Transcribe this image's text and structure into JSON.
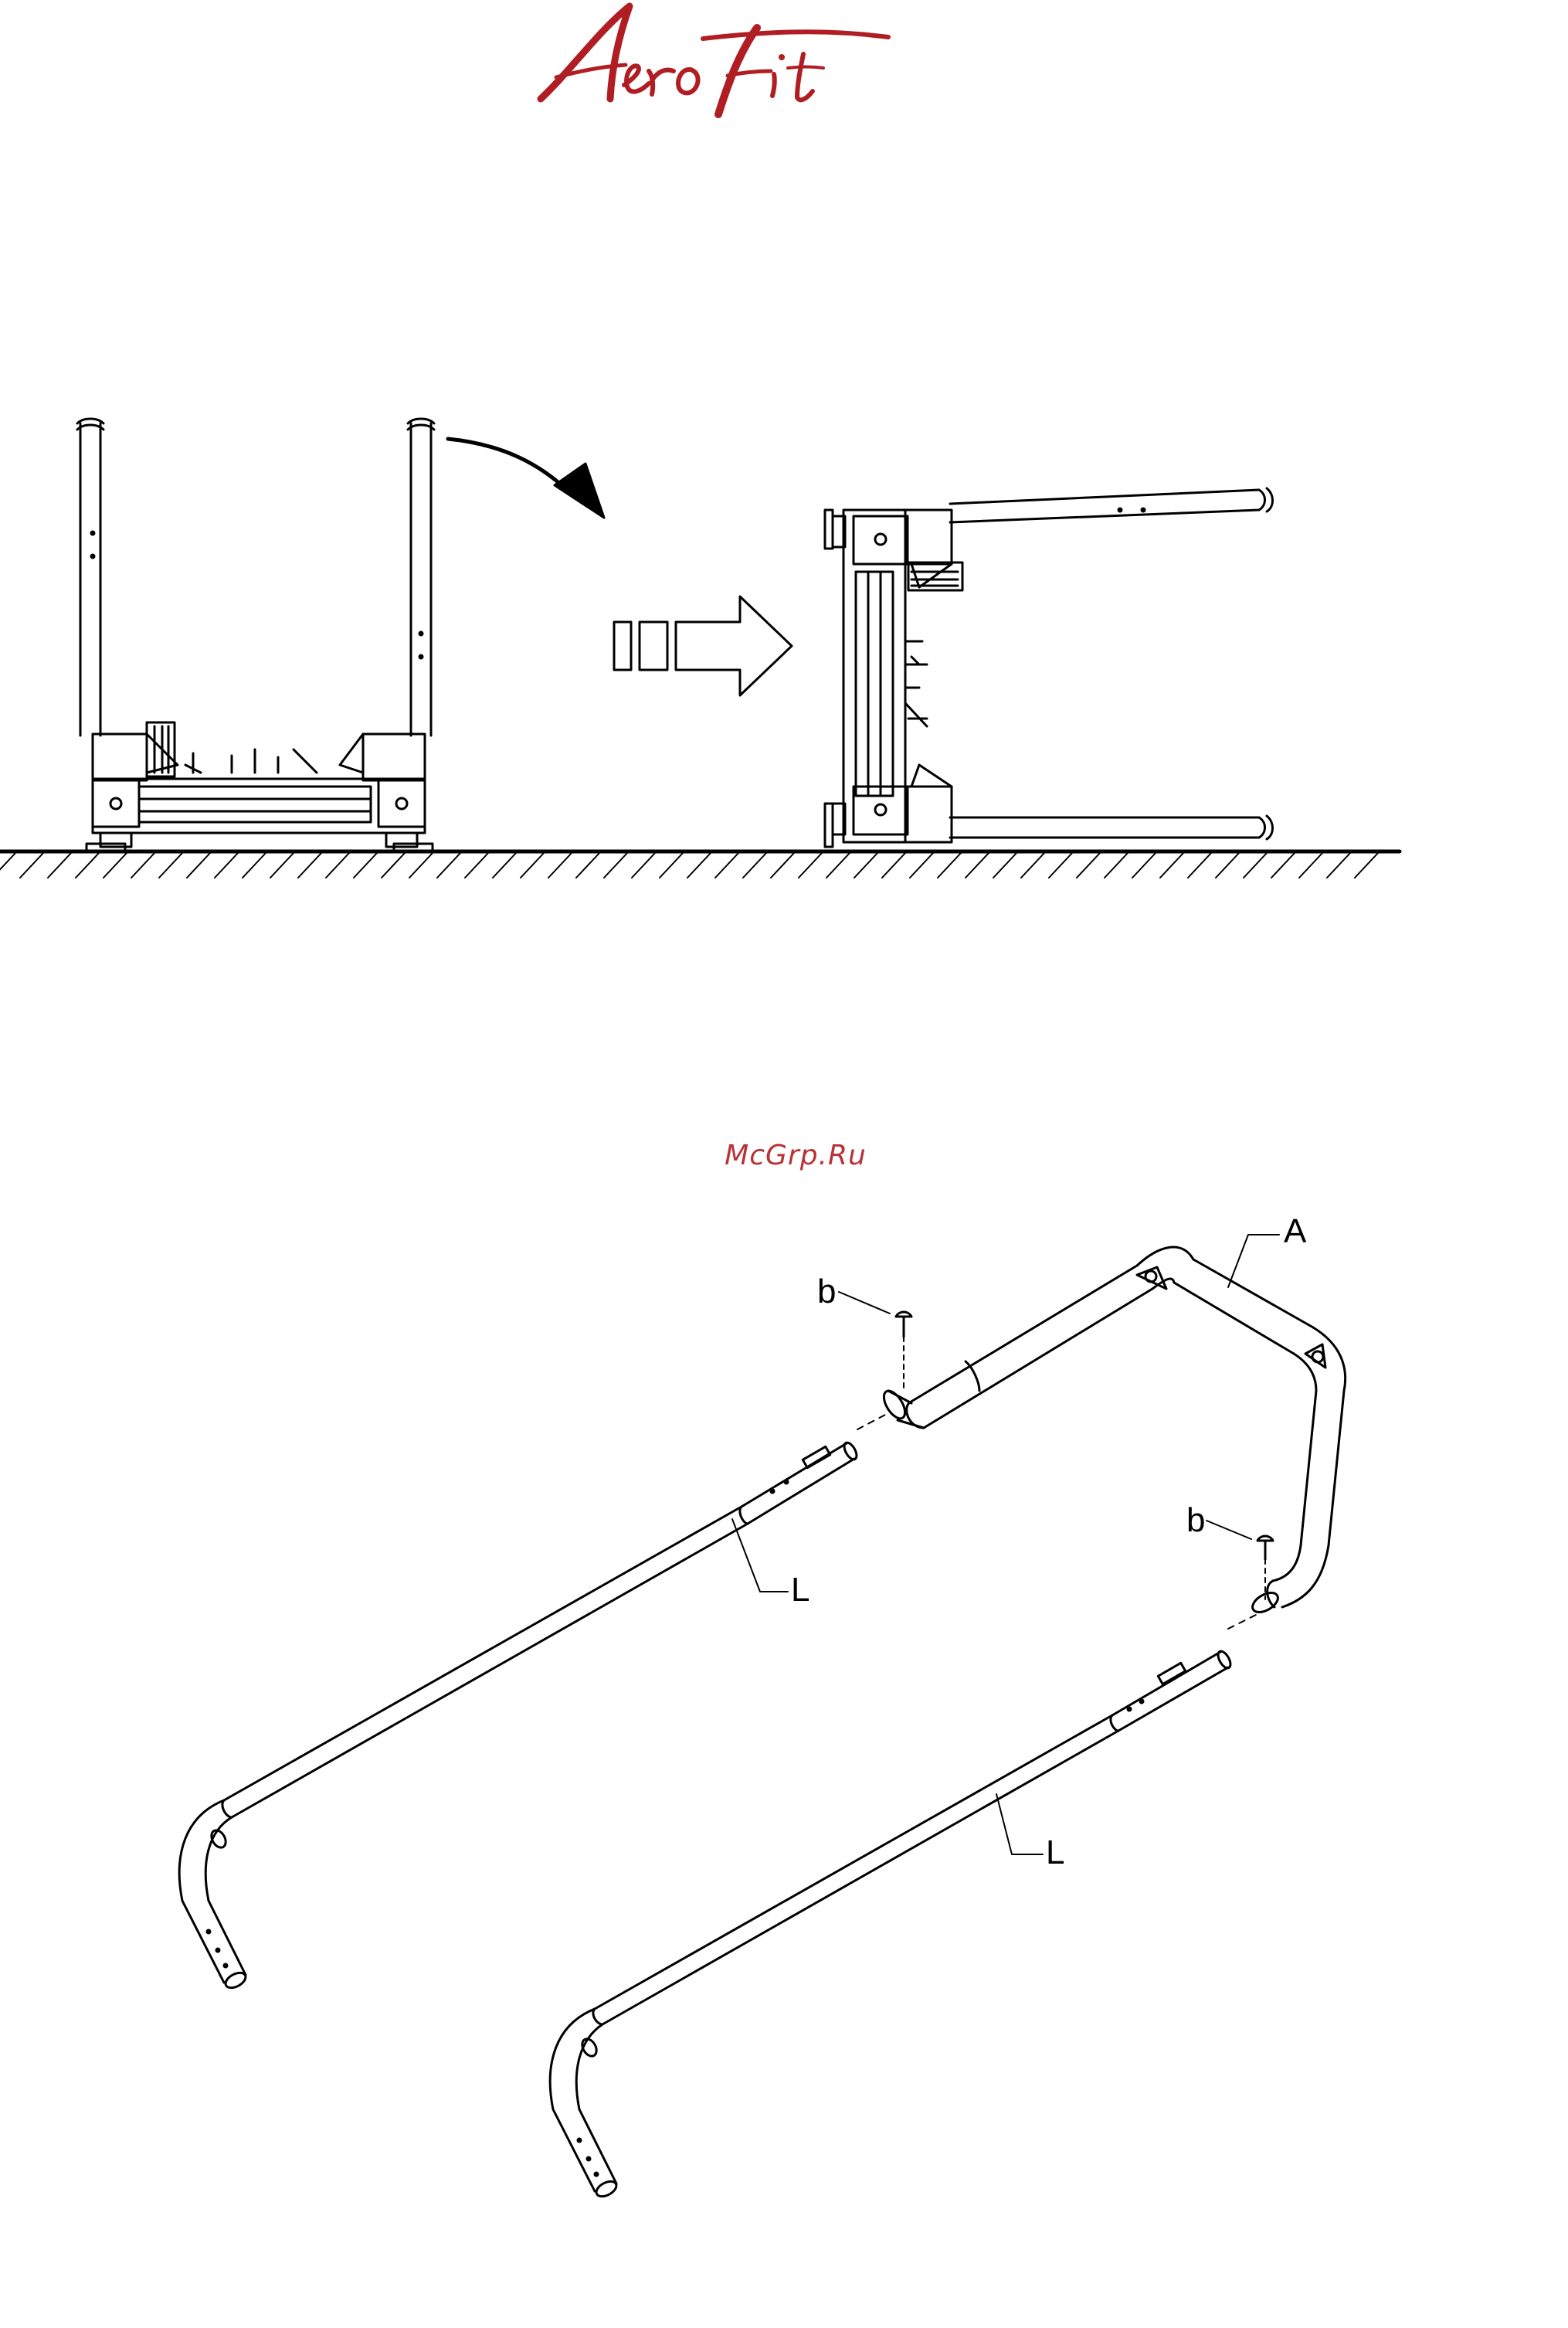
{
  "brand": {
    "logo_text": "AeroFit",
    "brand_color": "#b01e23"
  },
  "watermark": {
    "text": "McGrp.Ru",
    "color": "#b83236"
  },
  "step1": {
    "arrow_count_bars": 2,
    "direction": "right"
  },
  "step2": {
    "labels": {
      "A": "A",
      "b_top": "b",
      "b_right": "b",
      "L_upper": "L",
      "L_lower": "L"
    }
  }
}
